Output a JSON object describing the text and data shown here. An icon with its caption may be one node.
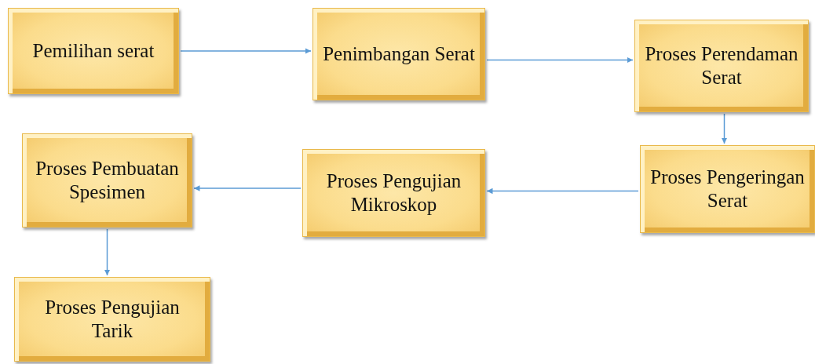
{
  "diagram": {
    "nodes": [
      {
        "text": [
          "Pemilihan serat"
        ]
      },
      {
        "text": [
          "Penimbangan Serat"
        ]
      },
      {
        "text": [
          "Proses Perendaman Serat"
        ]
      },
      {
        "text": [
          "Proses Pengeringan Serat"
        ]
      },
      {
        "text": [
          "Proses Pengujian Mikroskop"
        ]
      },
      {
        "text": [
          "Proses Pembuatan Spesimen"
        ]
      },
      {
        "text": [
          "Proses Pengujian Tarik"
        ]
      }
    ],
    "edges": [
      {
        "from": 0,
        "to": 1,
        "arrow": "to"
      },
      {
        "from": 1,
        "to": 2,
        "arrow": "to"
      },
      {
        "from": 2,
        "to": 3,
        "arrow": "to"
      },
      {
        "from": 3,
        "to": 4,
        "arrow": "to"
      },
      {
        "from": 4,
        "to": 5,
        "arrow": "to"
      },
      {
        "from": 5,
        "to": 6,
        "arrow": "to"
      }
    ]
  }
}
